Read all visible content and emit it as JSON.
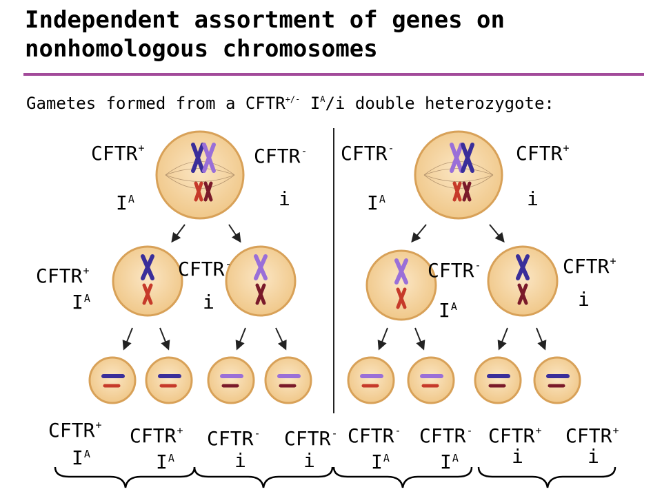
{
  "title": "Independent assortment of genes on nonhomologous chromosomes",
  "subtitle": {
    "prefix": "Gametes formed from a CFTR",
    "sup1": "+/-",
    "mid": " I",
    "sup2": "A",
    "suffix": "/i double heterozygote:"
  },
  "gene": {
    "cftr": "CFTR",
    "plus": "+",
    "minus": "-",
    "ia": "I",
    "ia_sup": "A",
    "i": "i"
  },
  "colors": {
    "rule": "#a24a9a",
    "blue_chrom": "#3a2e9a",
    "violet_chrom": "#9a6fd8",
    "red_chrom": "#c63a2a",
    "darkred_chrom": "#7a1a2a",
    "cell_fill": "#f6d5a4",
    "cell_edge": "#d8a158"
  }
}
